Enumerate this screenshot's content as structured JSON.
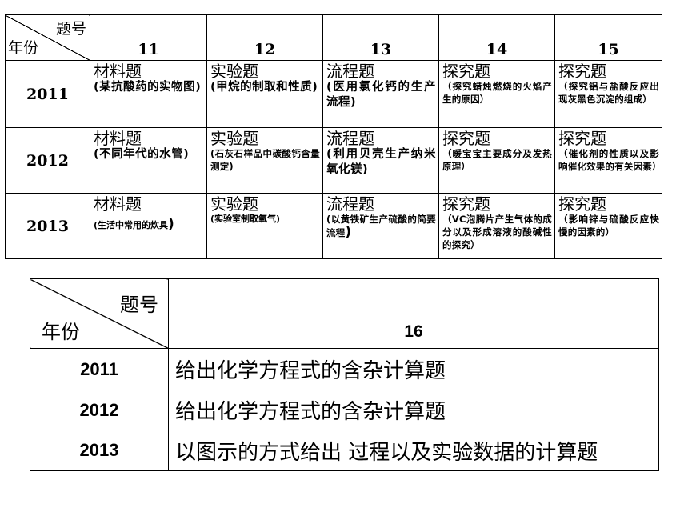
{
  "table1": {
    "corner_top": "题号",
    "corner_bottom": "年份",
    "columns": [
      "11",
      "12",
      "13",
      "14",
      "15"
    ],
    "rows": [
      {
        "year": "2011",
        "cells": [
          {
            "title": "材料题",
            "desc": "(某抗酸药的实物图)"
          },
          {
            "title": "实验题",
            "desc": "(甲烷的制取和性质)"
          },
          {
            "title": "流程题",
            "desc": "(医用氯化钙的生产流程)"
          },
          {
            "title": "探究题",
            "desc": "（探究蜡烛燃烧的火焰产生的原因）"
          },
          {
            "title": "探究题",
            "desc": "（探究铝与盐酸反应出现灰黑色沉淀的组成）"
          }
        ]
      },
      {
        "year": "2012",
        "cells": [
          {
            "title": "材料题",
            "desc": "(不同年代的水管)"
          },
          {
            "title": "实验题",
            "desc": "(石灰石样品中碳酸钙含量测定)"
          },
          {
            "title": "流程题",
            "desc": "(利用贝壳生产纳米氧化镁)"
          },
          {
            "title": "探究题",
            "desc": "（暖宝宝主要成分及发热原理）"
          },
          {
            "title": "探究题",
            "desc": "（催化剂的性质以及影响催化效果的有关因素）"
          }
        ]
      },
      {
        "year": "2013",
        "cells": [
          {
            "title": "材料题",
            "desc": "(生活中常用的炊具",
            "close": ")"
          },
          {
            "title": "实验题",
            "desc": "(实验室制取氧气)"
          },
          {
            "title": "流程题",
            "desc": "(以黄铁矿生产硫酸的简要流程",
            "close": ")"
          },
          {
            "title": "探究题",
            "desc": "（VC泡腾片产生气体的成分以及形成溶液的酸碱性的探究）"
          },
          {
            "title": "探究题",
            "desc": "（影响锌与硫酸反应快慢的因素的）"
          }
        ]
      }
    ]
  },
  "table2": {
    "corner_top": "题号",
    "corner_bottom": "年份",
    "column": "16",
    "rows": [
      {
        "year": "2011",
        "text": "给出化学方程式的含杂计算题"
      },
      {
        "year": "2012",
        "text": "给出化学方程式的含杂计算题"
      },
      {
        "year": "2013",
        "text": "以图示的方式给出 过程以及实验数据的计算题"
      }
    ]
  }
}
